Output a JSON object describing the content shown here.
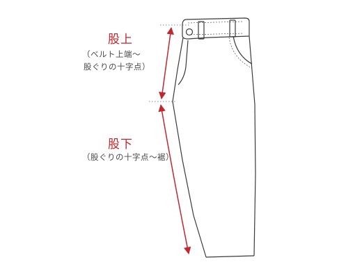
{
  "rise": {
    "title": "股上",
    "note_line1": "（ベルト上端〜",
    "note_line2": "股ぐりの十字点）"
  },
  "inseam": {
    "title": "股下",
    "note_line1": "（股ぐりの十字点〜裾）"
  },
  "colors": {
    "accent": "#c1272d",
    "outline": "#3a3a3a",
    "text": "#4a4a4a"
  },
  "icons": {
    "waist_button": "button-icon",
    "arrowheads": "arrowhead-icon"
  }
}
